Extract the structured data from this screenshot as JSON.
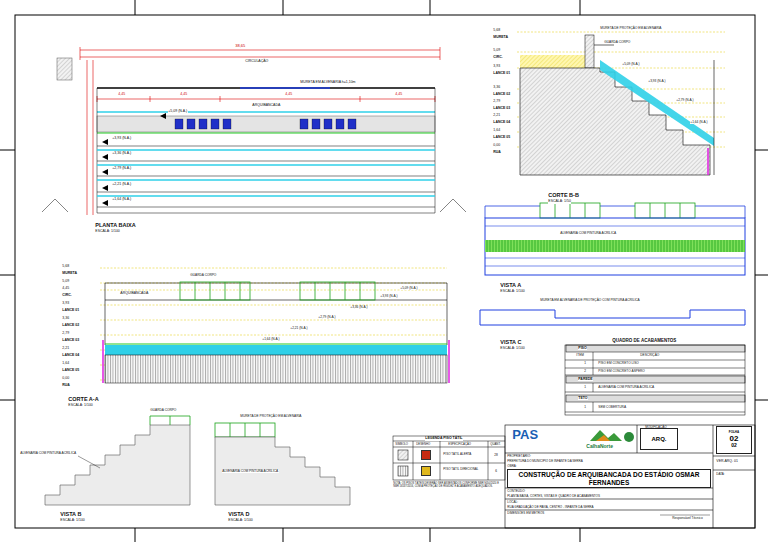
{
  "diagram": {
    "nodes": [
      {
        "text": [
          "CONSTRUÇÃO DE ARQUIBANCADA DO ESTÁDIO OSMAR FERNANDES"
        ]
      },
      {
        "text": [
          "ARQ."
        ]
      },
      {
        "text": [
          "FOLHA",
          "02",
          "02"
        ]
      }
    ],
    "labels": [
      "PLANTA BAIXA",
      "ESCALA: 1/100",
      "38,65",
      "4,45",
      "4,45",
      "4,45",
      "4,45",
      "MURETA EM ALVENARIA h=1,10m",
      "CIRCULAÇÃO",
      "ARQUIBANCADA",
      "+5,09 (N.A.)",
      "+3,93 (N.A.)",
      "+3,36 (N.A.)",
      "+2,79 (N.A.)",
      "+2,21 (N.A.)",
      "+1,64 (N.A.)",
      "5,68",
      "MURETA",
      "5,09",
      "CIRC.",
      "3,93",
      "LANCE 01",
      "3,36",
      "LANCE 02",
      "2,79",
      "LANCE 03",
      "2,21",
      "LANCE 04",
      "1,64",
      "LANCE 05",
      "0,00",
      "RUA",
      "CORTE B-B",
      "ESCALA: 1/50",
      "MURETA DE PROTEÇÃO EM ALVENARIA",
      "GUARDA CORPO",
      "+5,09 (N.A.)",
      "+3,93 (N.A.)",
      "+2,79 (N.A.)",
      "+1,64 (N.A.)",
      "5,68",
      "MURETA",
      "5,09",
      "4,45",
      "CIRC.",
      "3,93",
      "LANCE 01",
      "3,36",
      "LANCE 02",
      "2,79",
      "LANCE 03",
      "2,21",
      "LANCE 04",
      "1,64",
      "LANCE 05",
      "0,00",
      "RUA",
      "CORTE A-A",
      "ESCALA: 1/100",
      "GUARDA CORPO",
      "ARQUIBANCADA",
      "+5,09 (N.A.)",
      "+3,93 (N.A.)",
      "+3,36 (N.A.)",
      "+2,79 (N.A.)",
      "+2,21 (N.A.)",
      "+1,64 (N.A.)",
      "ALVENARIA COM PINTURA ACRÍLICA",
      "VISTA A",
      "ESCALA: 1/100",
      "MURETA EM ALVENARIA DE PROTEÇÃO COM PINTURA ACRÍLICA",
      "VISTA C",
      "ESCALA: 1/100",
      "QUADRO DE ACABAMENTOS",
      "PISO",
      "ITEM",
      "DESCRIÇÃO",
      "1",
      "PISO EM CONCRETO LISO",
      "2",
      "PISO EM CONCRETO ÁSPERO",
      "PAREDE",
      "1",
      "ALVENARIA COM PINTURA ACRÍLICA",
      "TETO",
      "1",
      "SEM COBERTURA",
      "GUARDA CORPO",
      "ALVENARIA COM PINTURA ACRÍLICA",
      "VISTA B",
      "ESCALA: 1/100",
      "MURETA DE PROTEÇÃO EM ALVENARIA",
      "ALVENARIA COM PINTURA ACRÍLICA",
      "VISTA D",
      "ESCALA: 1/100",
      "LEGENDA PISO TÁTIL",
      "SÍMBOLO",
      "DESENHO",
      "ESPECIFICAÇÃO",
      "QUANT.",
      "28",
      "6",
      "NOTA: OS PISOS TÁTEIS DEVERÃO SER ASSENTADOS CONFORME NBR 9050/2020 E NBR 16537/2016, COM A PROTEÇÃO DE RIGIDEZ E ACABAMENTO ADEQUADOS.",
      "PAS",
      "CalhaNorte",
      "PROPRIETÁRIO:",
      "PREFEITURA DO MUNICÍPIO DE INFANTE DA SERRA",
      "OBRA:",
      "CONTEÚDO:",
      "PLANTA BAIXA, CORTES, VISTAS E QUADRO DE ACABAMENTOS",
      "LOCAL:",
      "RUA GRADUAÇÃO DE PAVIA, CENTRO - INFANTE DA SERRA",
      "DIMENSÕES EM METROS",
      "Responsável Técnico",
      "VER.ARQ. 01",
      "MODIFICAÇÃO",
      "DATA:"
    ],
    "legend": [
      {
        "text": "PISO TÁTIL ALERTA",
        "color": "#c62a12"
      },
      {
        "text": "PISO TÁTIL DIRECIONAL",
        "color": "#e0b81e"
      }
    ]
  }
}
